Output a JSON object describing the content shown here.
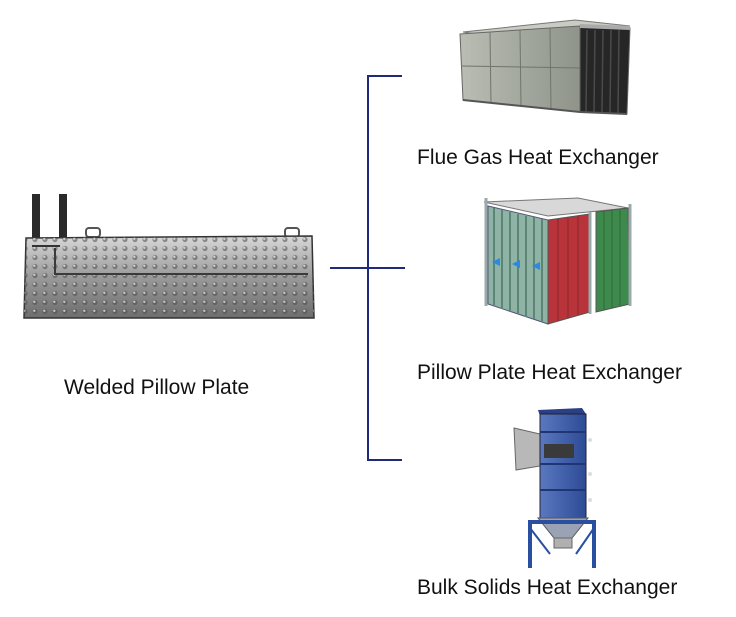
{
  "source": {
    "label": "Welded Pillow Plate",
    "image": "pillow-plate-photo"
  },
  "connector": {
    "color": "#1f2a7a"
  },
  "products": [
    {
      "label": "Flue Gas Heat Exchanger",
      "image": "flue-gas-exchanger-photo"
    },
    {
      "label": "Pillow Plate Heat Exchanger",
      "image": "pillow-plate-exchanger-photo"
    },
    {
      "label": "Bulk Solids Heat Exchanger",
      "image": "bulk-solids-exchanger-photo"
    }
  ]
}
